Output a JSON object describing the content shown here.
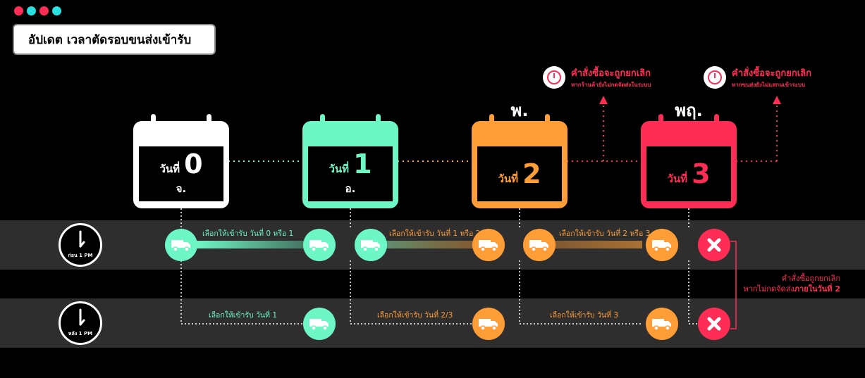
{
  "colors": {
    "white": "#ffffff",
    "green": "#6ef7c6",
    "orange": "#ff9d36",
    "red": "#ff2d55",
    "band": "#2e2e2e",
    "traffic": [
      "#ff2d55",
      "#28e0e0",
      "#ff2d55",
      "#28e0e0"
    ]
  },
  "header": {
    "title": "อัปเดต เวลาตัดรอบขนส่งเข้ารับ"
  },
  "days": [
    {
      "word": "วันที่",
      "num": "0",
      "abbr": "จ.",
      "top": ""
    },
    {
      "word": "วันที่",
      "num": "1",
      "abbr": "อ.",
      "top": ""
    },
    {
      "word": "วันที่",
      "num": "2",
      "abbr": "",
      "top": "พ."
    },
    {
      "word": "วันที่",
      "num": "3",
      "abbr": "",
      "top": "พฤ."
    }
  ],
  "warnings": [
    {
      "icon": "clock-warning-icon",
      "title": "คำสั่งซื้อจะถูกยกเลิก",
      "sub": "หากร้านค้ายังไม่กดจัดส่งในระบบ"
    },
    {
      "icon": "clock-warning-icon",
      "title": "คำสั่งซื้อจะถูกยกเลิก",
      "sub": "หากขนส่งยังไม่แสกนเข้าระบบ"
    }
  ],
  "rows": {
    "before": {
      "clock_label": "ก่อน 1 PM",
      "labels": [
        "เลือกให้เข้ารับ วันที่ 0 หรือ 1",
        "เลือกให้เข้ารับ วันที่ 1 หรือ 2",
        "เลือกให้เข้ารับ วันที่ 2 หรือ 3"
      ]
    },
    "after": {
      "clock_label": "หลัง 1 PM",
      "labels": [
        "เลือกให้เข้ารับ วันที่ 1",
        "เลือกให้เข้ารับ วันที่ 2/3",
        "เลือกให้เข้ารับ วันที่ 3"
      ]
    }
  },
  "icons": {
    "truck": "truck-icon",
    "cancel": "x-icon",
    "clock": "clock-icon"
  },
  "note": {
    "line1": "คำสั่งซื้อถูกยกเลิก",
    "line2_prefix": "หากไม่กดจัดส่ง",
    "line2_emphasis": "ภายในวันที่ 2"
  }
}
